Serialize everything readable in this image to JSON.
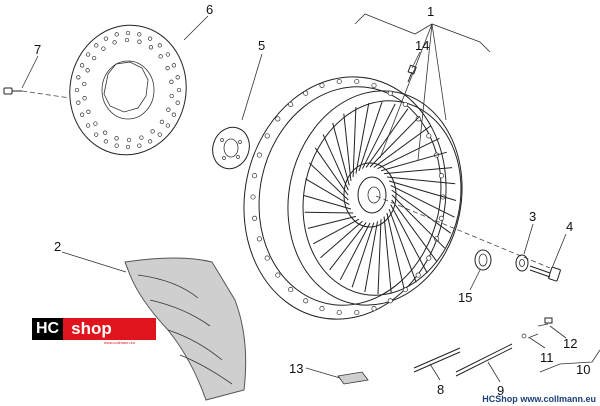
{
  "callouts": {
    "c1": "1",
    "c2": "2",
    "c3": "3",
    "c4": "4",
    "c5": "5",
    "c6": "6",
    "c7": "7",
    "c8": "8",
    "c9": "9",
    "c10": "10",
    "c11": "11",
    "c12": "12",
    "c13": "13",
    "c14": "14",
    "c15": "15"
  },
  "logo": {
    "hc": "HC",
    "shop": "shop",
    "sub": "www.collmann.eu"
  },
  "watermark": {
    "brand": "HCShop",
    "url": "www.collmann.eu"
  },
  "colors": {
    "logo_red": "#e0141c",
    "logo_black": "#000000",
    "watermark_blue": "#1b3f7a",
    "line": "#222222"
  }
}
